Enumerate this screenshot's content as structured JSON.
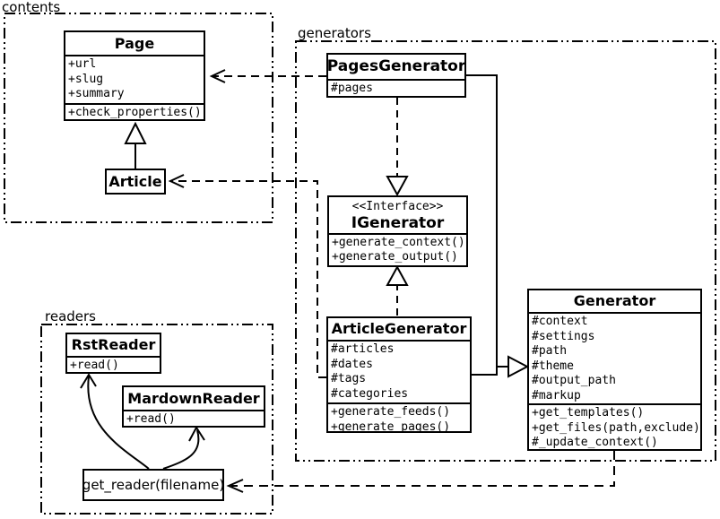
{
  "packages": {
    "contents": {
      "label": "contents"
    },
    "generators": {
      "label": "generators"
    },
    "readers": {
      "label": "readers"
    }
  },
  "classes": {
    "page": {
      "title": "Page",
      "attrs": [
        "+url",
        "+slug",
        "+summary"
      ],
      "methods": [
        "+check_properties()"
      ]
    },
    "article": {
      "title": "Article"
    },
    "pagesGenerator": {
      "title": "PagesGenerator",
      "attrs": [
        "#pages"
      ]
    },
    "iGenerator": {
      "stereotype": "<<Interface>>",
      "title": "IGenerator",
      "methods": [
        "+generate_context()",
        "+generate_output()"
      ]
    },
    "articleGenerator": {
      "title": "ArticleGenerator",
      "attrs": [
        "#articles",
        "#dates",
        "#tags",
        "#categories"
      ],
      "methods": [
        "+generate_feeds()",
        "+generate_pages()"
      ]
    },
    "generator": {
      "title": "Generator",
      "attrs": [
        "#context",
        "#settings",
        "#path",
        "#theme",
        "#output_path",
        "#markup"
      ],
      "methods": [
        "+get_templates()",
        "+get_files(path,exclude)",
        "#_update_context()"
      ]
    },
    "rstReader": {
      "title": "RstReader",
      "methods": [
        "+read()"
      ]
    },
    "mardownReader": {
      "title": "MardownReader",
      "methods": [
        "+read()"
      ]
    },
    "getReader": {
      "label": "get_reader(filename)"
    }
  },
  "colors": {
    "line": "#000000",
    "background": "#ffffff",
    "box_fill": "#ffffff"
  }
}
